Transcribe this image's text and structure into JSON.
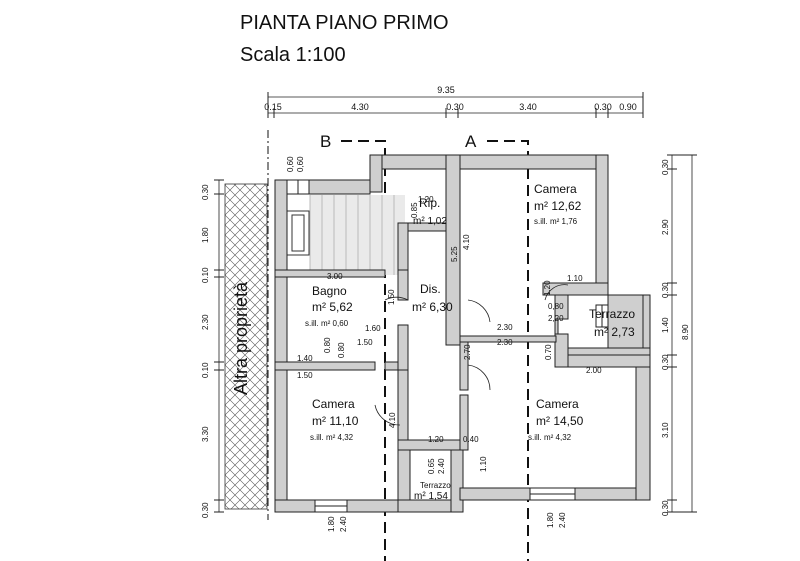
{
  "title": "PIANTA PIANO PRIMO",
  "scale": "Scala 1:100",
  "section_labels": {
    "b": "B",
    "a": "A"
  },
  "neighbor_label": "Altra proprietà",
  "top_dims": {
    "total": "9.35",
    "segments": [
      "0.15",
      "4.30",
      "0.30",
      "3.40",
      "0.30",
      "0.90"
    ]
  },
  "left_dims": [
    "0.30",
    "1.80",
    "0.10",
    "2.30",
    "0.10",
    "3.30",
    "0.30"
  ],
  "right_dims": {
    "total": "8.90",
    "segments": [
      "0.30",
      "2.90",
      "0.30",
      "1.40",
      "0.30",
      "3.10",
      "0.30"
    ]
  },
  "rooms": {
    "rip": {
      "name": "Rip.",
      "area": "m² 1,02"
    },
    "camera_ne": {
      "name": "Camera",
      "area": "m² 12,62",
      "sill": "s.ill. m² 1,76"
    },
    "bagno": {
      "name": "Bagno",
      "area": "m² 5,62",
      "sill": "s.ill. m² 0,60"
    },
    "dis": {
      "name": "Dis.",
      "area": "m² 6,30"
    },
    "terrazzo_e": {
      "name": "Terrazzo",
      "area": "m² 2,73"
    },
    "camera_sw": {
      "name": "Camera",
      "area": "m² 11,10",
      "sill": "s.ill. m² 4,32"
    },
    "camera_se": {
      "name": "Camera",
      "area": "m² 14,50",
      "sill": "s.ill. m² 4,32"
    },
    "terrazzo_s": {
      "name": "Terrazzo",
      "area": "m² 1,54"
    }
  },
  "inner_dims": {
    "d060a": "0,60",
    "d060b": "0,60",
    "d085": "0.85",
    "d120a": "1.20",
    "d525": "5.25",
    "d410a": "4.10",
    "d300": "3.00",
    "d150a": "1.50",
    "d160": "1.60",
    "d150b": "1.50",
    "d080a": "0.80",
    "d080b": "0.80",
    "d140": "1.40",
    "d150c": "1.50",
    "d110a": "1.10",
    "d120b": "1.20",
    "d080c": "0,80",
    "d220": "2,20",
    "d230a": "2.30",
    "d230b": "2.30",
    "d270": "2.70",
    "d070": "0.70",
    "d200": "2.00",
    "d410b": "4.10",
    "d120c": "1.20",
    "d040": "0.40",
    "d065": "0.65",
    "d240a": "2.40",
    "d110b": "1.10",
    "d180a": "1.80",
    "d240b": "2.40",
    "d180b": "1.80",
    "d240c": "2.40"
  }
}
